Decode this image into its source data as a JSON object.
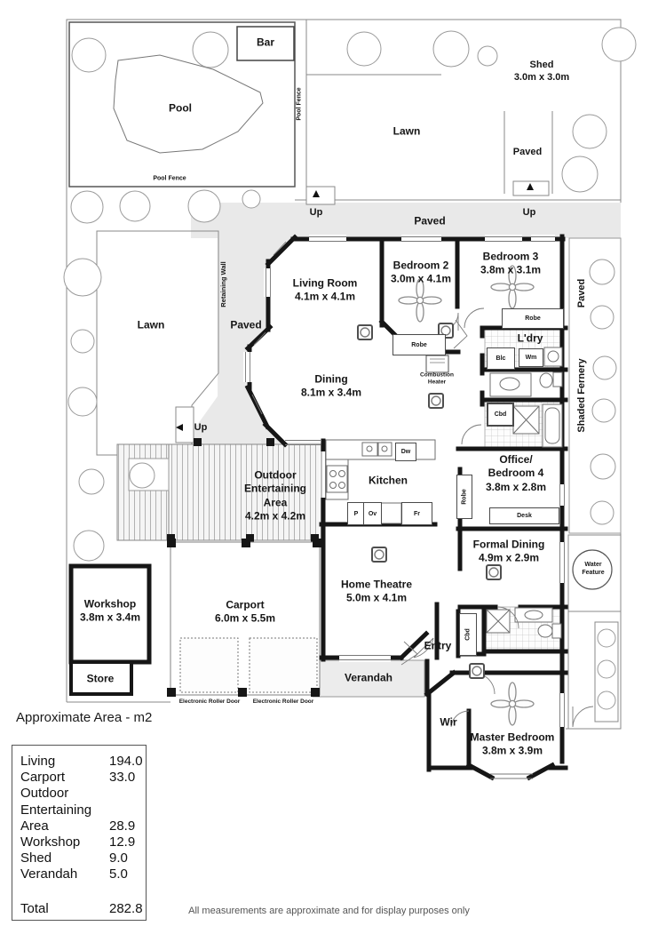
{
  "labels": {
    "bar": "Bar",
    "pool": "Pool",
    "pool_fence_side": "Pool Fence",
    "pool_fence_bottom": "Pool Fence",
    "lawn_top": "Lawn",
    "shed_name": "Shed",
    "shed_dims": "3.0m x 3.0m",
    "paved_shed": "Paved",
    "up_top_left": "Up",
    "up_top_right": "Up",
    "up_lawn": "Up",
    "paved_band": "Paved",
    "retaining_wall": "Retaining Wall",
    "lawn_left": "Lawn",
    "paved_left": "Paved",
    "shaded_fernery": "Shaded Fernery",
    "paved_right": "Paved",
    "water_feature_1": "Water",
    "water_feature_2": "Feature"
  },
  "rooms": {
    "living": {
      "name": "Living Room",
      "dims": "4.1m x 4.1m"
    },
    "bedroom2": {
      "name": "Bedroom 2",
      "dims": "3.0m x 4.1m"
    },
    "bedroom3": {
      "name": "Bedroom 3",
      "dims": "3.8m x 3.1m"
    },
    "laundry": {
      "name": "L'dry"
    },
    "dining": {
      "name": "Dining",
      "dims": "8.1m x 3.4m"
    },
    "office": {
      "line1": "Office/",
      "line2": "Bedroom 4",
      "dims": "3.8m x 2.8m"
    },
    "kitchen": {
      "name": "Kitchen"
    },
    "outdoor": {
      "line1": "Outdoor",
      "line2": "Entertaining",
      "line3": "Area",
      "dims": "4.2m x 4.2m"
    },
    "formal_dining": {
      "name": "Formal Dining",
      "dims": "4.9m x 2.9m"
    },
    "home_theatre": {
      "name": "Home Theatre",
      "dims": "5.0m x 4.1m"
    },
    "entry": {
      "name": "Entry"
    },
    "verandah": {
      "name": "Verandah"
    },
    "wir": {
      "name": "Wir"
    },
    "master": {
      "name": "Master Bedroom",
      "dims": "3.8m x 3.9m"
    },
    "workshop": {
      "name": "Workshop",
      "dims": "3.8m x 3.4m"
    },
    "store": {
      "name": "Store"
    },
    "carport": {
      "name": "Carport",
      "dims": "6.0m x 5.5m"
    }
  },
  "fixtures": {
    "robe_bed2": "Robe",
    "robe_bed3": "Robe",
    "robe_office": "Robe",
    "blc": "Blc",
    "wm": "Wm",
    "dw": "Dw",
    "pantry": "P",
    "oven": "Ov",
    "fridge": "Fr",
    "desk": "Desk",
    "cbd_bath": "Cbd",
    "cbd_entry": "Cbd",
    "combustion_1": "Combustion",
    "combustion_2": "Heater",
    "roller_door_1": "Electronic Roller Door",
    "roller_door_2": "Electronic Roller Door"
  },
  "area_table": {
    "title": "Approximate Area - m2",
    "rows": [
      {
        "label": "Living",
        "value": "194.0"
      },
      {
        "label": "Carport",
        "value": "33.0"
      },
      {
        "label": "Outdoor",
        "value": ""
      },
      {
        "label": "Entertaining",
        "value": ""
      },
      {
        "label": "Area",
        "value": "28.9"
      },
      {
        "label": "Workshop",
        "value": "12.9"
      },
      {
        "label": "Shed",
        "value": "9.0"
      },
      {
        "label": "Verandah",
        "value": "5.0"
      }
    ],
    "total": {
      "label": "Total",
      "value": "282.8"
    }
  },
  "disclaimer": "All measurements are approximate and for display purposes only",
  "colors": {
    "wall": "#161616",
    "paved": "#e9e9e9",
    "thin_line": "#8a8a8a"
  }
}
